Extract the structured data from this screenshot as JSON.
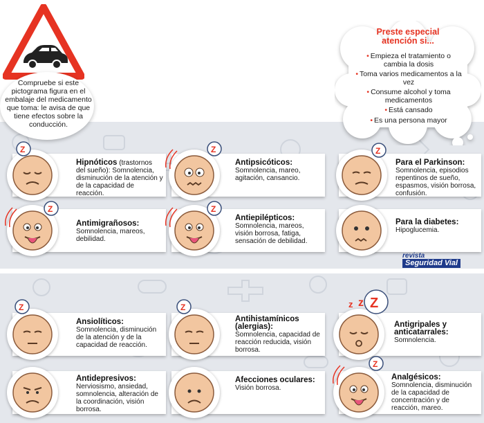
{
  "warning_bubble": {
    "text": "Compruebe si este pictograma figura en el embalaje del medicamento que toma: le avisa de que tiene efectos sobre la conducción."
  },
  "attention_cloud": {
    "title": "Preste especial atención si...",
    "items": [
      "Empieza el tratamiento o cambia la dosis",
      "Toma varios medicamentos a la vez",
      "Consume alcohol y toma medicamentos",
      "Está cansado",
      "Es una persona mayor"
    ]
  },
  "cards": [
    {
      "title": "Hipnóticos",
      "note": "(trastornos del sueño):",
      "desc": "Somnolencia, disminución de la atención y de la capacidad de reacción."
    },
    {
      "title": "Antipsicóticos:",
      "note": "",
      "desc": "Somnolencia, mareo, agitación, cansancio."
    },
    {
      "title": "Para el Parkinson:",
      "note": "",
      "desc": "Somnolencia, episodios repentinos de sueño, espasmos, visión borrosa, confusión."
    },
    {
      "title": "Antimigrañosos:",
      "note": "",
      "desc": "Somnolencia, mareos, debilidad."
    },
    {
      "title": "Antiepilépticos:",
      "note": "",
      "desc": "Somnolencia, mareos, visión borrosa, fatiga, sensación de debilidad."
    },
    {
      "title": "Para la diabetes:",
      "note": "",
      "desc": "Hipoglucemia."
    },
    {
      "title": "Ansiolíticos:",
      "note": "",
      "desc": "Somnolencia, disminución de la atención y de la capacidad de reacción."
    },
    {
      "title": "Antihistamínicos (alergias):",
      "note": "",
      "desc": "Somnolencia, capacidad de reacción reducida, visión borrosa."
    },
    {
      "title": "Antigripales y anticatarrales:",
      "note": "",
      "desc": "Somnolencia."
    },
    {
      "title": "Antidepresivos:",
      "note": "",
      "desc": "Nerviosismo, ansiedad, somnolencia, alteración de la coordinación, visión borrosa."
    },
    {
      "title": "Afecciones oculares:",
      "note": "",
      "desc": "Visión borrosa."
    },
    {
      "title": "Analgésicos:",
      "note": "",
      "desc": "Somnolencia, disminución de la capacidad de concentración y de reacción, mareo."
    }
  ],
  "logo": {
    "top": "revista",
    "main": "Seguridad Vial"
  },
  "colors": {
    "accent_red": "#e63322",
    "skin": "#f2c6a0",
    "band": "#e4e7ec",
    "navy": "#1e3a8a"
  }
}
